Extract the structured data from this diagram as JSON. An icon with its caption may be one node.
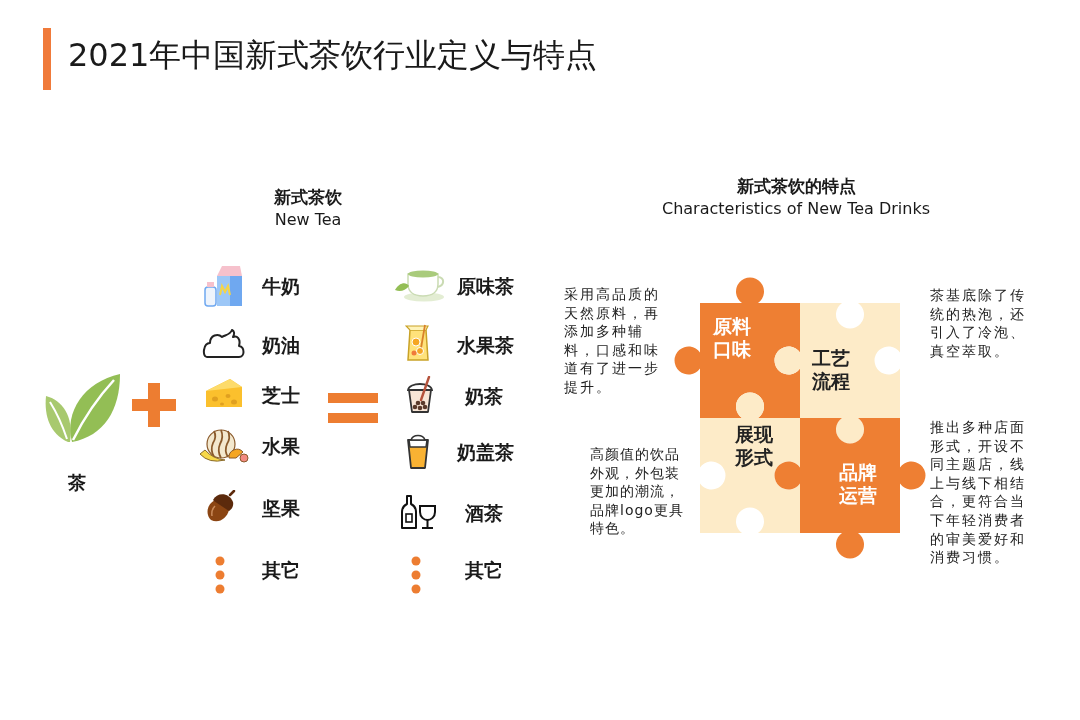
{
  "diagram": {
    "title": "2021年中国新式茶饮行业定义与特点",
    "nodes": [
      {
        "text": [
          "原料口味"
        ],
        "beside": [
          "采用高品质的天然原料，再添加多种辅料，口感和味道有了进一步提升。"
        ]
      },
      {
        "text": [
          "工艺流程"
        ],
        "beside": [
          "茶基底除了传统的热泡，还引入了冷泡、真空萃取。"
        ]
      },
      {
        "text": [
          "展现形式"
        ],
        "beside": [
          "高颜值的饮品外观，外包装更加的潮流，品牌logo更具特色。"
        ]
      },
      {
        "text": [
          "品牌运营"
        ],
        "beside": [
          "推出多种店面形式，开设不同主题店，线上与线下相结合，更符合当下年轻消费者的审美爱好和消费习惯。"
        ]
      }
    ],
    "labels": [
      "新式茶饮",
      "New Tea",
      "茶",
      "牛奶",
      "奶油",
      "芝士",
      "水果",
      "坚果",
      "其它",
      "原味茶",
      "水果茶",
      "奶茶",
      "奶盖茶",
      "酒茶",
      "其它",
      "新式茶饮的特点",
      "Characteristics of New Tea Drinks"
    ]
  }
}
